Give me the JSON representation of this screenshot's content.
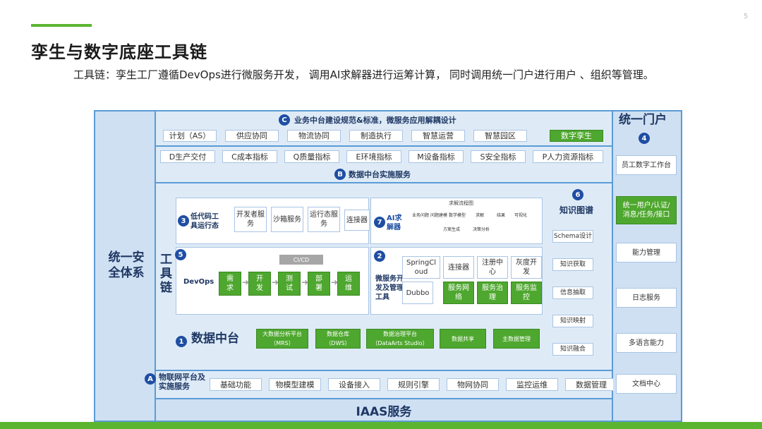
{
  "header": {
    "title": "孪生与数字底座工具链",
    "page_number": "5",
    "description": "工具链：孪生工厂遵循DevOps进行微服务开发， 调用AI求解器进行运筹计算， 同时调用统一门户进行用户 、组织等管理。"
  },
  "left_column": {
    "label": "统一安全体系"
  },
  "section_c": {
    "number": "C",
    "title": "业务中台建设规范&标准，微服务应用解耦设计",
    "items": [
      "计划（AS）",
      "供应协同",
      "物流协同",
      "制造执行",
      "智慧运营",
      "智慧园区",
      "数字孪生"
    ]
  },
  "section_b": {
    "number": "B",
    "title": "数据中台实施服务",
    "items": [
      "D生产交付",
      "C成本指标",
      "Q质量指标",
      "E环境指标",
      "M设备指标",
      "S安全指标",
      "P人力资源指标"
    ]
  },
  "toolchain": {
    "label": "工具链"
  },
  "low_code": {
    "number": "3",
    "title": "低代码工具运行态",
    "items": [
      "开发者服务",
      "沙箱服务",
      "运行态服务",
      "连接器"
    ]
  },
  "ai_solver": {
    "number": "7",
    "title": "AI求解器",
    "flow_title": "求解流程图",
    "steps": [
      "业务问题",
      "问题建模",
      "数学模型",
      "求解",
      "结果",
      "可视化"
    ],
    "sub_steps": [
      "方案生成",
      "决策分析"
    ]
  },
  "devops": {
    "number": "5",
    "title": "DevOps",
    "cicd": "CI/CD",
    "stages": [
      "需求",
      "开发",
      "测试",
      "部署",
      "运维"
    ]
  },
  "microservice": {
    "number": "2",
    "title": "微服务开发及管理工具",
    "items": [
      "SpringCloud",
      "连接器",
      "注册中心",
      "灰度开发",
      "Dubbo",
      "服务网络",
      "服务治理",
      "服务监控"
    ]
  },
  "knowledge_graph": {
    "number": "6",
    "title": "知识图谱",
    "items": [
      "Schema设计",
      "知识获取",
      "信息抽取",
      "知识映射",
      "知识融合"
    ]
  },
  "data_platform": {
    "number": "1",
    "title": "数据中台",
    "items": [
      "大数据分析平台（MRS）",
      "数据仓库（DWS）",
      "数据治理平台（DataArts Studio）",
      "数据共享",
      "主数据管理"
    ]
  },
  "section_a": {
    "number": "A",
    "title": "物联网平台及实施服务",
    "items": [
      "基础功能",
      "物模型建模",
      "设备接入",
      "规则引擎",
      "物网协同",
      "监控运维",
      "数据管理"
    ]
  },
  "iaas": {
    "label": "IAAS服务"
  },
  "portal": {
    "number": "4",
    "title": "统一门户",
    "items": [
      "员工数字工作台",
      "统一用户/认证/消息/任务/接口",
      "能力管理",
      "日志服务",
      "多语言能力",
      "文档中心"
    ]
  },
  "colors": {
    "accent_green": "#5cb531",
    "diagram_blue": "#5b9bd5",
    "chip_green": "#4ea72e",
    "navy": "#1f4ea3"
  }
}
